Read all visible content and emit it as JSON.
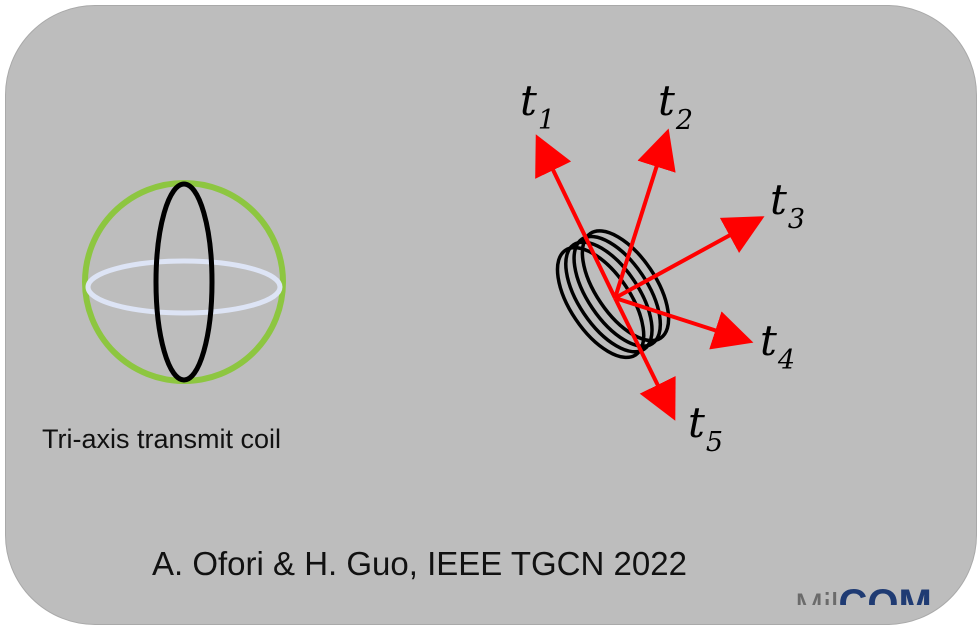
{
  "coil_label": "Tri-axis transmit coil",
  "citation": "A. Ofori & H. Guo, IEEE TGCN 2022",
  "logo": {
    "left_text": "Mil",
    "right_text": "COM"
  },
  "vectors": [
    {
      "symbol": "t",
      "subscript": "1"
    },
    {
      "symbol": "t",
      "subscript": "2"
    },
    {
      "symbol": "t",
      "subscript": "3"
    },
    {
      "symbol": "t",
      "subscript": "4"
    },
    {
      "symbol": "t",
      "subscript": "5"
    }
  ],
  "colors": {
    "panel": "#bdbdbd",
    "arrow": "#ff0000",
    "sphere_outer": "#8dc640",
    "sphere_equator": "#dde4f5",
    "sphere_meridian": "#000000"
  }
}
